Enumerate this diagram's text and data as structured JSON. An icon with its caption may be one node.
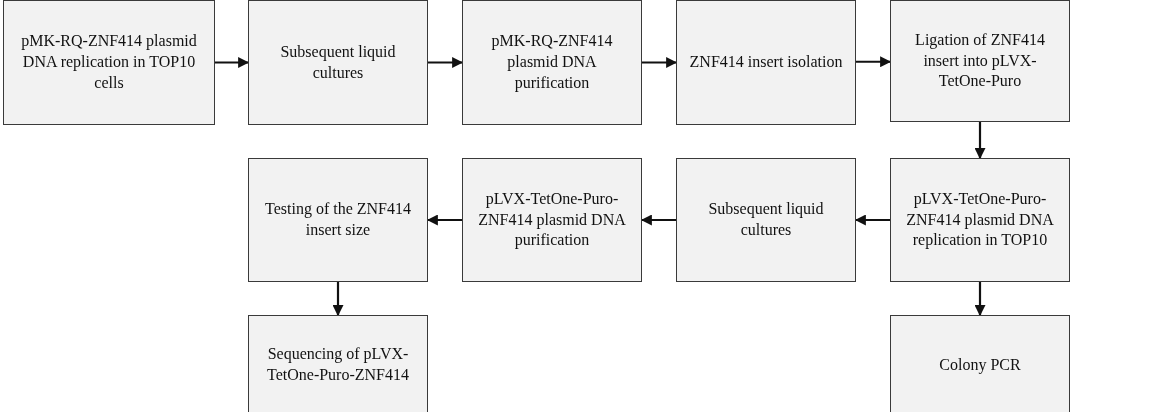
{
  "diagram": {
    "nodes": [
      {
        "text": [
          "pMK-RQ-ZNF414 plasmid DNA replication in TOP10 cells"
        ]
      },
      {
        "text": [
          "Subsequent liquid cultures"
        ]
      },
      {
        "text": [
          "pMK-RQ-ZNF414 plasmid DNA purification"
        ]
      },
      {
        "text": [
          "ZNF414 insert isolation"
        ]
      },
      {
        "text": [
          "Ligation of ZNF414 insert into pLVX-TetOne-Puro"
        ]
      },
      {
        "text": [
          "Testing of the ZNF414 insert size"
        ]
      },
      {
        "text": [
          "pLVX-TetOne-Puro-ZNF414 plasmid DNA purification"
        ]
      },
      {
        "text": [
          "Subsequent liquid cultures"
        ]
      },
      {
        "text": [
          "pLVX-TetOne-Puro-ZNF414 plasmid DNA replication in TOP10"
        ]
      },
      {
        "text": [
          "Sequencing of pLVX-TetOne-Puro-ZNF414"
        ]
      },
      {
        "text": [
          "Colony PCR"
        ]
      }
    ],
    "edges": [
      {
        "from": 0,
        "to": 1,
        "arrow": "to"
      },
      {
        "from": 1,
        "to": 2,
        "arrow": "to"
      },
      {
        "from": 2,
        "to": 3,
        "arrow": "to"
      },
      {
        "from": 3,
        "to": 4,
        "arrow": "to"
      },
      {
        "from": 4,
        "to": 8,
        "arrow": "to"
      },
      {
        "from": 8,
        "to": 7,
        "arrow": "to"
      },
      {
        "from": 7,
        "to": 6,
        "arrow": "to"
      },
      {
        "from": 6,
        "to": 5,
        "arrow": "to"
      },
      {
        "from": 5,
        "to": 9,
        "arrow": "to"
      },
      {
        "from": 8,
        "to": 10,
        "arrow": "to"
      }
    ]
  }
}
